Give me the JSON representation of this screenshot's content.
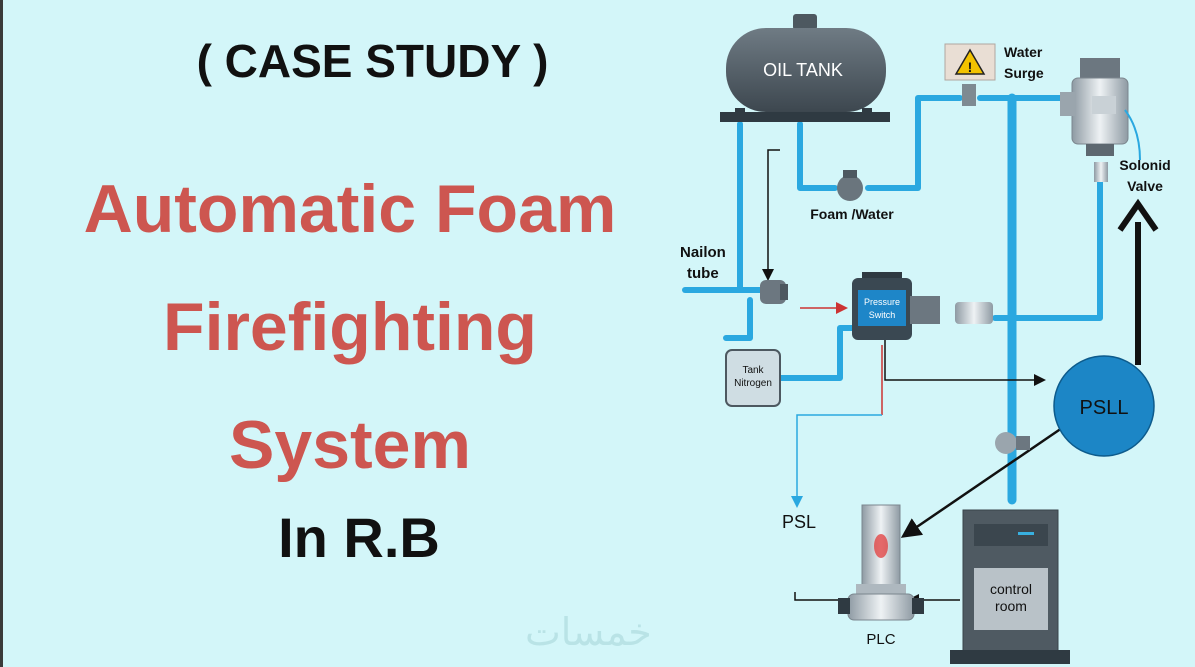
{
  "heading": {
    "case_study": "( CASE STUDY )",
    "title_lines": [
      "Automatic Foam",
      "Firefighting",
      "System"
    ],
    "subtitle": "In R.B"
  },
  "watermark": "خمسات",
  "diagram": {
    "oil_tank": "OIL TANK",
    "water_surge_1": "Water",
    "water_surge_2": "Surge",
    "solonid_1": "Solonid",
    "solonid_2": "Valve",
    "foam_water": "Foam /Water",
    "nailon_1": "Nailon",
    "nailon_2": "tube",
    "pressure_1": "Pressure",
    "pressure_2": "Switch",
    "tank_1": "Tank",
    "tank_2": "Nitrogen",
    "psll": "PSLL",
    "psl": "PSL",
    "control_1": "control",
    "control_2": "room",
    "plc": "PLC"
  },
  "colors": {
    "background": "#d3f6f9",
    "title_red": "#cd5650",
    "pipe_blue": "#2aa8e0",
    "psll_blue": "#1c86c6",
    "tank_dark": "#4d5860"
  }
}
